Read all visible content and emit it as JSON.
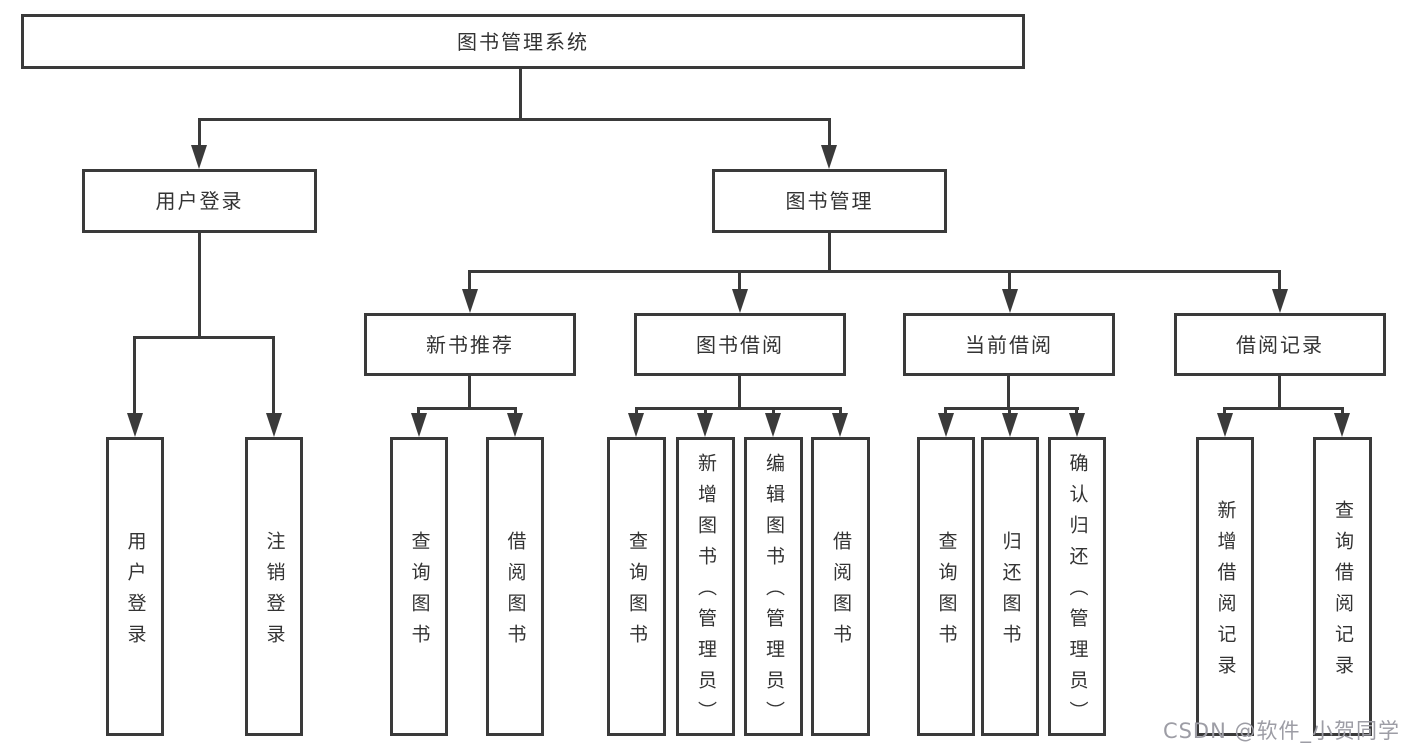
{
  "tree": {
    "root": "图书管理系统",
    "branches": [
      {
        "label": "用户登录",
        "children": [
          "用户登录",
          "注销登录"
        ]
      },
      {
        "label": "图书管理",
        "sections": [
          {
            "label": "新书推荐",
            "children": [
              "查询图书",
              "借阅图书"
            ]
          },
          {
            "label": "图书借阅",
            "children": [
              "查询图书",
              "新增图书（管理员）",
              "编辑图书（管理员）",
              "借阅图书"
            ]
          },
          {
            "label": "当前借阅",
            "children": [
              "查询图书",
              "归还图书",
              "确认归还（管理员）"
            ]
          },
          {
            "label": "借阅记录",
            "children": [
              "新增借阅记录",
              "查询借阅记录"
            ]
          }
        ]
      }
    ]
  },
  "watermark": "CSDN @软件_小贺同学",
  "colors": {
    "line": "#3a3a3a",
    "text": "#333333",
    "watermark": "#9d9da5",
    "background": "#ffffff"
  }
}
